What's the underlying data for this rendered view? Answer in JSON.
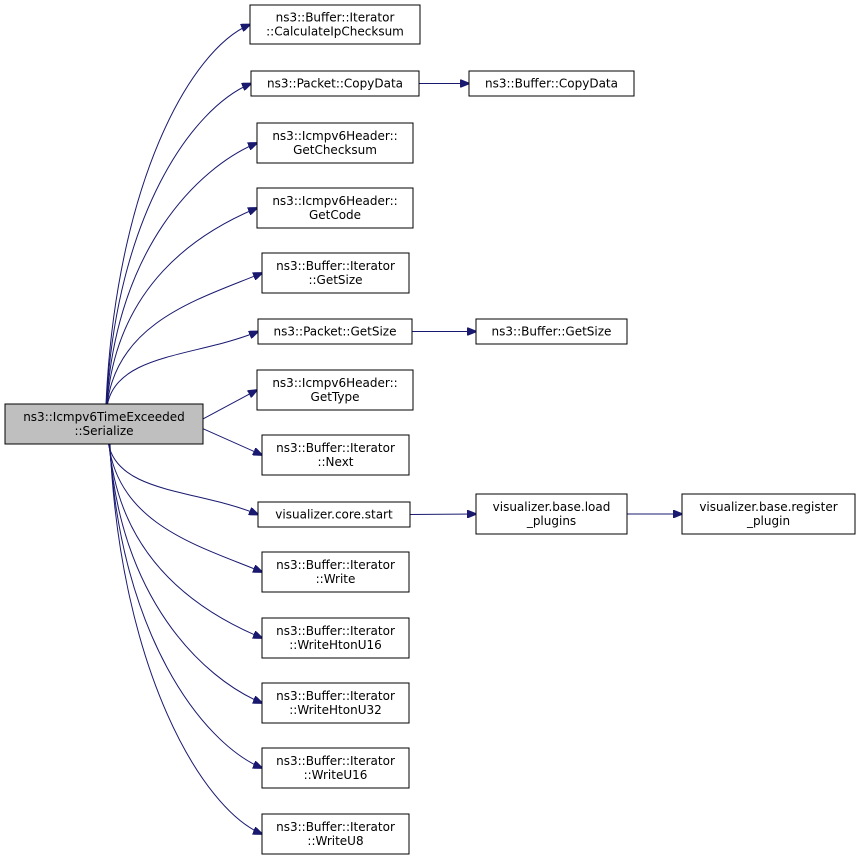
{
  "graph": {
    "colors": {
      "edge": "#191970",
      "root_fill": "#bfbfbf",
      "node_fill": "#ffffff",
      "border": "#000000"
    },
    "root": {
      "lines": [
        "ns3::Icmpv6TimeExceeded",
        "::Serialize"
      ]
    },
    "nodes": {
      "calc_ip_checksum": {
        "lines": [
          "ns3::Buffer::Iterator",
          "::CalculateIpChecksum"
        ]
      },
      "packet_copydata": {
        "lines": [
          "ns3::Packet::CopyData"
        ]
      },
      "buffer_copydata": {
        "lines": [
          "ns3::Buffer::CopyData"
        ]
      },
      "get_checksum": {
        "lines": [
          "ns3::Icmpv6Header::",
          "GetChecksum"
        ]
      },
      "get_code": {
        "lines": [
          "ns3::Icmpv6Header::",
          "GetCode"
        ]
      },
      "iter_getsize": {
        "lines": [
          "ns3::Buffer::Iterator",
          "::GetSize"
        ]
      },
      "packet_getsize": {
        "lines": [
          "ns3::Packet::GetSize"
        ]
      },
      "buffer_getsize": {
        "lines": [
          "ns3::Buffer::GetSize"
        ]
      },
      "get_type": {
        "lines": [
          "ns3::Icmpv6Header::",
          "GetType"
        ]
      },
      "iter_next": {
        "lines": [
          "ns3::Buffer::Iterator",
          "::Next"
        ]
      },
      "viz_core_start": {
        "lines": [
          "visualizer.core.start"
        ]
      },
      "viz_load_plugins": {
        "lines": [
          "visualizer.base.load",
          "_plugins"
        ]
      },
      "viz_register_plugin": {
        "lines": [
          "visualizer.base.register",
          "_plugin"
        ]
      },
      "iter_write": {
        "lines": [
          "ns3::Buffer::Iterator",
          "::Write"
        ]
      },
      "iter_write_hton_u16": {
        "lines": [
          "ns3::Buffer::Iterator",
          "::WriteHtonU16"
        ]
      },
      "iter_write_hton_u32": {
        "lines": [
          "ns3::Buffer::Iterator",
          "::WriteHtonU32"
        ]
      },
      "iter_write_u16": {
        "lines": [
          "ns3::Buffer::Iterator",
          "::WriteU16"
        ]
      },
      "iter_write_u8": {
        "lines": [
          "ns3::Buffer::Iterator",
          "::WriteU8"
        ]
      }
    },
    "edges": [
      {
        "from": "root",
        "to": "calc_ip_checksum"
      },
      {
        "from": "root",
        "to": "packet_copydata"
      },
      {
        "from": "packet_copydata",
        "to": "buffer_copydata"
      },
      {
        "from": "root",
        "to": "get_checksum"
      },
      {
        "from": "root",
        "to": "get_code"
      },
      {
        "from": "root",
        "to": "iter_getsize"
      },
      {
        "from": "root",
        "to": "packet_getsize"
      },
      {
        "from": "packet_getsize",
        "to": "buffer_getsize"
      },
      {
        "from": "root",
        "to": "get_type"
      },
      {
        "from": "root",
        "to": "iter_next"
      },
      {
        "from": "root",
        "to": "viz_core_start"
      },
      {
        "from": "viz_core_start",
        "to": "viz_load_plugins"
      },
      {
        "from": "viz_load_plugins",
        "to": "viz_register_plugin"
      },
      {
        "from": "root",
        "to": "iter_write"
      },
      {
        "from": "root",
        "to": "iter_write_hton_u16"
      },
      {
        "from": "root",
        "to": "iter_write_hton_u32"
      },
      {
        "from": "root",
        "to": "iter_write_u16"
      },
      {
        "from": "root",
        "to": "iter_write_u8"
      }
    ]
  }
}
